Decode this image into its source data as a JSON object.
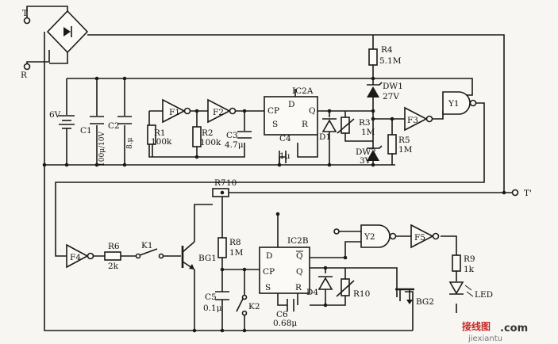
{
  "terminals": {
    "t": "T",
    "r": "R",
    "t_prime": "T'"
  },
  "battery": {
    "label": "6V"
  },
  "capacitors": {
    "c1": {
      "ref": "C1",
      "value": "100μ/10V"
    },
    "c2": {
      "ref": "C2",
      "value": "8.μ"
    },
    "c3": {
      "ref": "C3",
      "value": "4.7μ"
    },
    "c4": {
      "ref": "C4",
      "value": "1μ"
    },
    "c5": {
      "ref": "C5",
      "value": "0.1μ"
    },
    "c6": {
      "ref": "C6",
      "value": "0.68μ"
    }
  },
  "resistors": {
    "r1": {
      "ref": "R1",
      "value": "100k"
    },
    "r2": {
      "ref": "R2",
      "value": "100k"
    },
    "r3": {
      "ref": "R3",
      "value": "1M"
    },
    "r4": {
      "ref": "R4",
      "value": "5.1M"
    },
    "r5": {
      "ref": "R5",
      "value": "1M"
    },
    "r6": {
      "ref": "R6",
      "value": "2k"
    },
    "r7": {
      "ref": "R7",
      "value": "10"
    },
    "r8": {
      "ref": "R8",
      "value": "1M"
    },
    "r9": {
      "ref": "R9",
      "value": "1k"
    },
    "r10": {
      "ref": "R10"
    }
  },
  "gates": {
    "f1": "F1",
    "f2": "F2",
    "f3": "F3",
    "f4": "F4",
    "f5": "F5",
    "y1": "Y1",
    "y2": "Y2"
  },
  "ic2a": {
    "ref": "IC2A",
    "d": "D",
    "cp": "CP",
    "q": "Q",
    "s": "S",
    "r": "R"
  },
  "ic2b": {
    "ref": "IC2B",
    "d": "D",
    "cp": "CP",
    "q": "Q",
    "q_bar": "Q",
    "s": "S",
    "r": "R"
  },
  "diodes": {
    "d1": "D1",
    "d4": "D4",
    "dw1": {
      "ref": "DW1",
      "value": "27V"
    },
    "dw2": {
      "ref": "DW2",
      "value": "3V"
    }
  },
  "switches": {
    "k1": "K1",
    "k2": "K2"
  },
  "transistors": {
    "bg1": "BG1",
    "bg2": "BG2"
  },
  "led": "LED",
  "watermark": {
    "cn": "接线图",
    "com": ".com",
    "url": "jiexiantu"
  }
}
